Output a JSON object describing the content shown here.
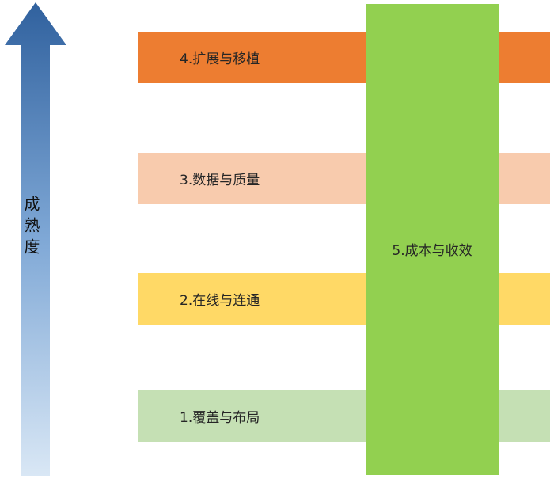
{
  "diagram": {
    "type": "maturity-levels",
    "axis": {
      "label": "成熟度",
      "arrow_gradient_top": "#30619E",
      "arrow_gradient_bottom": "#D9E7F5",
      "direction": "up"
    },
    "levels": [
      {
        "label": "4.扩展与移植",
        "color": "#ED7D31"
      },
      {
        "label": "3.数据与质量",
        "color": "#F8CBAD"
      },
      {
        "label": "2.在线与连通",
        "color": "#FFD966"
      },
      {
        "label": "1.覆盖与布局",
        "color": "#C5E0B4"
      }
    ],
    "overlay": {
      "label": "5.成本与收效",
      "color": "#92D050"
    }
  }
}
